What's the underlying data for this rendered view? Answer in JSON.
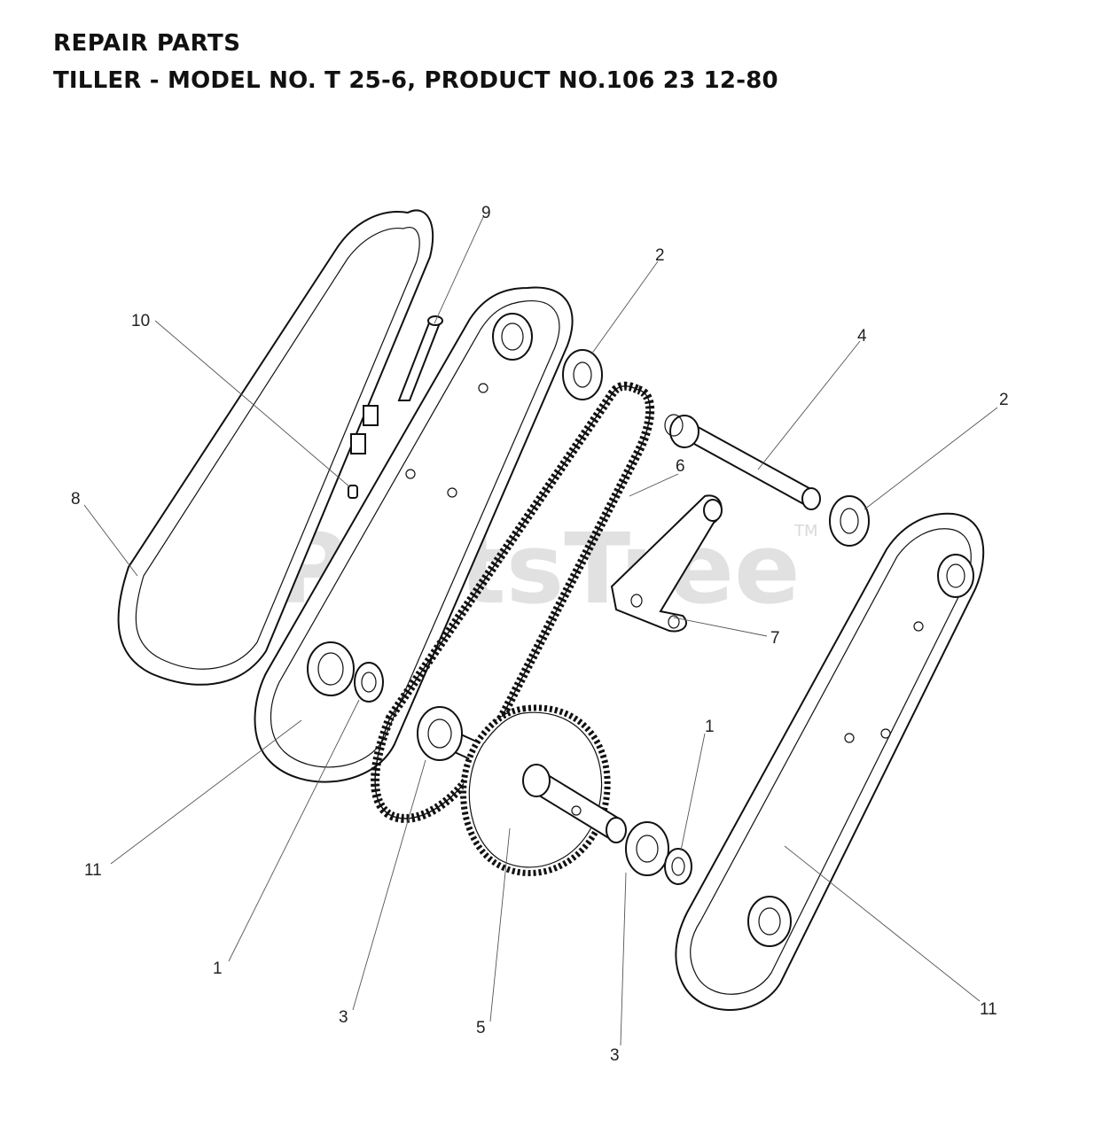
{
  "header": {
    "title": "REPAIR PARTS",
    "subtitle": "TILLER - MODEL NO. T 25-6, PRODUCT NO.106 23 12-80"
  },
  "watermark": {
    "text": "PartsTree",
    "tm": "TM"
  },
  "callouts": {
    "c9": "9",
    "c2a": "2",
    "c10": "10",
    "c4": "4",
    "c2b": "2",
    "c6": "6",
    "c8": "8",
    "c7": "7",
    "c1a": "1",
    "c11a": "11",
    "c1b": "1",
    "c3a": "3",
    "c5": "5",
    "c3b": "3",
    "c11b": "11"
  }
}
